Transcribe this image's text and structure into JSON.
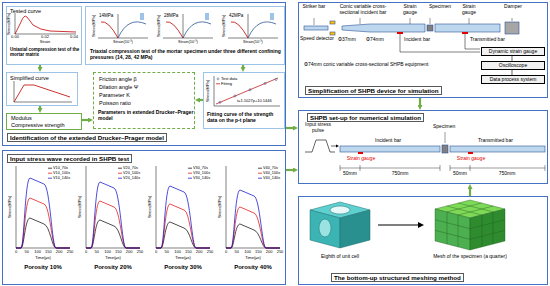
{
  "diagram": {
    "nodes": [
      {
        "text": [
          "Identification of the extended Drucker–Prager model"
        ]
      },
      {
        "text": [
          "Tested curve",
          "Uniaxial compression test of the mortar matrix"
        ],
        "in": 0
      },
      {
        "text": [
          "Triaxial compression test of the mortar specimen under three different confining pressures (14, 28, 42 MPa)"
        ],
        "in": 0
      },
      {
        "text": [
          "Simplified curve"
        ],
        "in": 0
      },
      {
        "text": [
          "Modulus",
          "Compressive strength"
        ],
        "in": 0
      },
      {
        "text": [
          "Friction angle β",
          "Dilation angle Ψ",
          "Parameter K",
          "Poisson ratio",
          "Parameters in extended Drucker–Prager model"
        ],
        "in": 0
      },
      {
        "text": [
          "Fitting curve of the strength data on the p-t plane"
        ],
        "in": 0
      },
      {
        "text": [
          "Simplification of SHPB device for simulation"
        ]
      },
      {
        "text": [
          "Dynamic strain gauge"
        ],
        "in": 7
      },
      {
        "text": [
          "Oscilloscope"
        ],
        "in": 7
      },
      {
        "text": [
          "Data process system"
        ],
        "in": 7
      },
      {
        "text": [
          "SHPB set-up for numerical simulation"
        ]
      },
      {
        "text": [
          "Input stress wave recorded in SHPB test"
        ]
      },
      {
        "text": [
          "The bottom-up structured meshing method"
        ]
      }
    ],
    "edges": [
      {
        "from": 1,
        "to": 3,
        "arrow": "to"
      },
      {
        "from": 3,
        "to": 4,
        "arrow": "to"
      },
      {
        "from": 4,
        "to": 5,
        "arrow": "to"
      },
      {
        "from": 6,
        "to": 5,
        "arrow": "to"
      },
      {
        "from": 2,
        "to": 6,
        "arrow": "to"
      },
      {
        "from": 0,
        "to": 11,
        "arrow": "to"
      },
      {
        "from": 7,
        "to": 11,
        "arrow": "to"
      },
      {
        "from": 12,
        "to": 11,
        "arrow": "to"
      },
      {
        "from": 13,
        "to": 11,
        "arrow": "to"
      },
      {
        "from": 8,
        "to": 9,
        "arrow": "none"
      },
      {
        "from": 9,
        "to": 10,
        "arrow": "none"
      }
    ],
    "labels": [
      "Stress(MPa)",
      "0.00",
      "0.02",
      "0.04",
      "Strain",
      "14MPa",
      "28MPa",
      "42MPa",
      "Stress(MPa)",
      "Stress(MPa)",
      "Stress(MPa)",
      "Strain(10⁻³)",
      "Strain(10⁻³)",
      "Strain(10⁻³)",
      "Stress(MPa)",
      "Test data",
      "Fitting",
      "t=1.1027p+10.1446",
      "Striker bar",
      "Conic variable cross-sectional incident bar",
      "Strain gauge",
      "Specimen",
      "Strain gauge",
      "Damper",
      "Speed detector",
      "Φ37mm",
      "Φ74mm",
      "Incident bar",
      "Transmitted bar",
      "Φ74mm conic variable cross-sectional SHPB equipment",
      "Input stress pulse",
      "Incident bar",
      "Specimen",
      "Transmitted bar",
      "Strain gauge",
      "Strain gauge",
      "50mm",
      "750mm",
      "50mm",
      "750mm",
      "Stress(MPa)",
      "V10_70s",
      "V10_100s",
      "V10_140s",
      "0",
      "50",
      "100",
      "150",
      "200",
      "250",
      "Time(μs)",
      "Porosity 10%",
      "Stress(MPa)",
      "V20_70s",
      "V20_100s",
      "V20_140s",
      "0",
      "50",
      "100",
      "150",
      "200",
      "250",
      "Time(μs)",
      "Porosity 20%",
      "Stress(MPa)",
      "V30_70s",
      "V30_100s",
      "V30_140s",
      "0",
      "50",
      "100",
      "150",
      "200",
      "250",
      "Time(μs)",
      "Porosity 30%",
      "Stress(MPa)",
      "V40_70s",
      "V40_100s",
      "V40_140s",
      "0",
      "50",
      "100",
      "150",
      "200",
      "250",
      "Time(μs)",
      "Porosity 40%",
      "Eighth of unit cell",
      "Mesh of the specimen (a quarter)"
    ]
  }
}
